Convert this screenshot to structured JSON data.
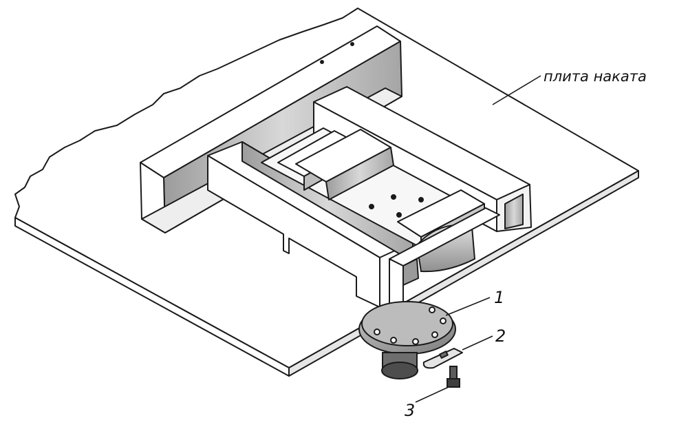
{
  "diagram": {
    "labels": {
      "plate": "плита наката",
      "part1": "1",
      "part2": "2",
      "part3": "3"
    },
    "colors": {
      "line": "#1a1a1a",
      "paper": "#ffffff",
      "shade": "#cfcfcf",
      "dark_shade": "#8a8a8a"
    }
  }
}
